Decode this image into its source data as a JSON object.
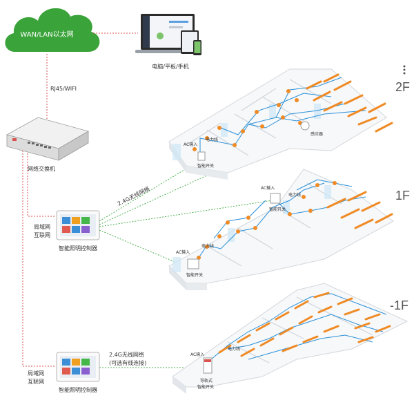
{
  "cloud": {
    "label": "WAN/LAN以太网",
    "color": "#3aa33a"
  },
  "devices_label": "电脑/平板/手机",
  "link_label": "RJ45/WIFI",
  "switch_label": "网络交换机",
  "lan_label_1": "局域网",
  "lan_label_2": "互联网",
  "controller_label": "智能照明控制器",
  "wireless_label": "2.4G无线网络",
  "wireless_label_b1": "2.4G无线网络",
  "wireless_label_b2": "(可选有线连接)",
  "ac_input": "AC输入",
  "power_line": "电力线",
  "smart_switch": "智能开关",
  "sensor_label": "感应器",
  "rail_switch_1": "导轨式",
  "rail_switch_2": "智能开关",
  "floors": [
    "2F",
    "1F",
    "-1F"
  ],
  "more_icon": "vertical-ellipsis-icon",
  "colors": {
    "wire_red": "#d9534f",
    "wire_green": "#4caf50",
    "wire_blue": "#2a8fd6",
    "lamp": "#f08a24"
  }
}
